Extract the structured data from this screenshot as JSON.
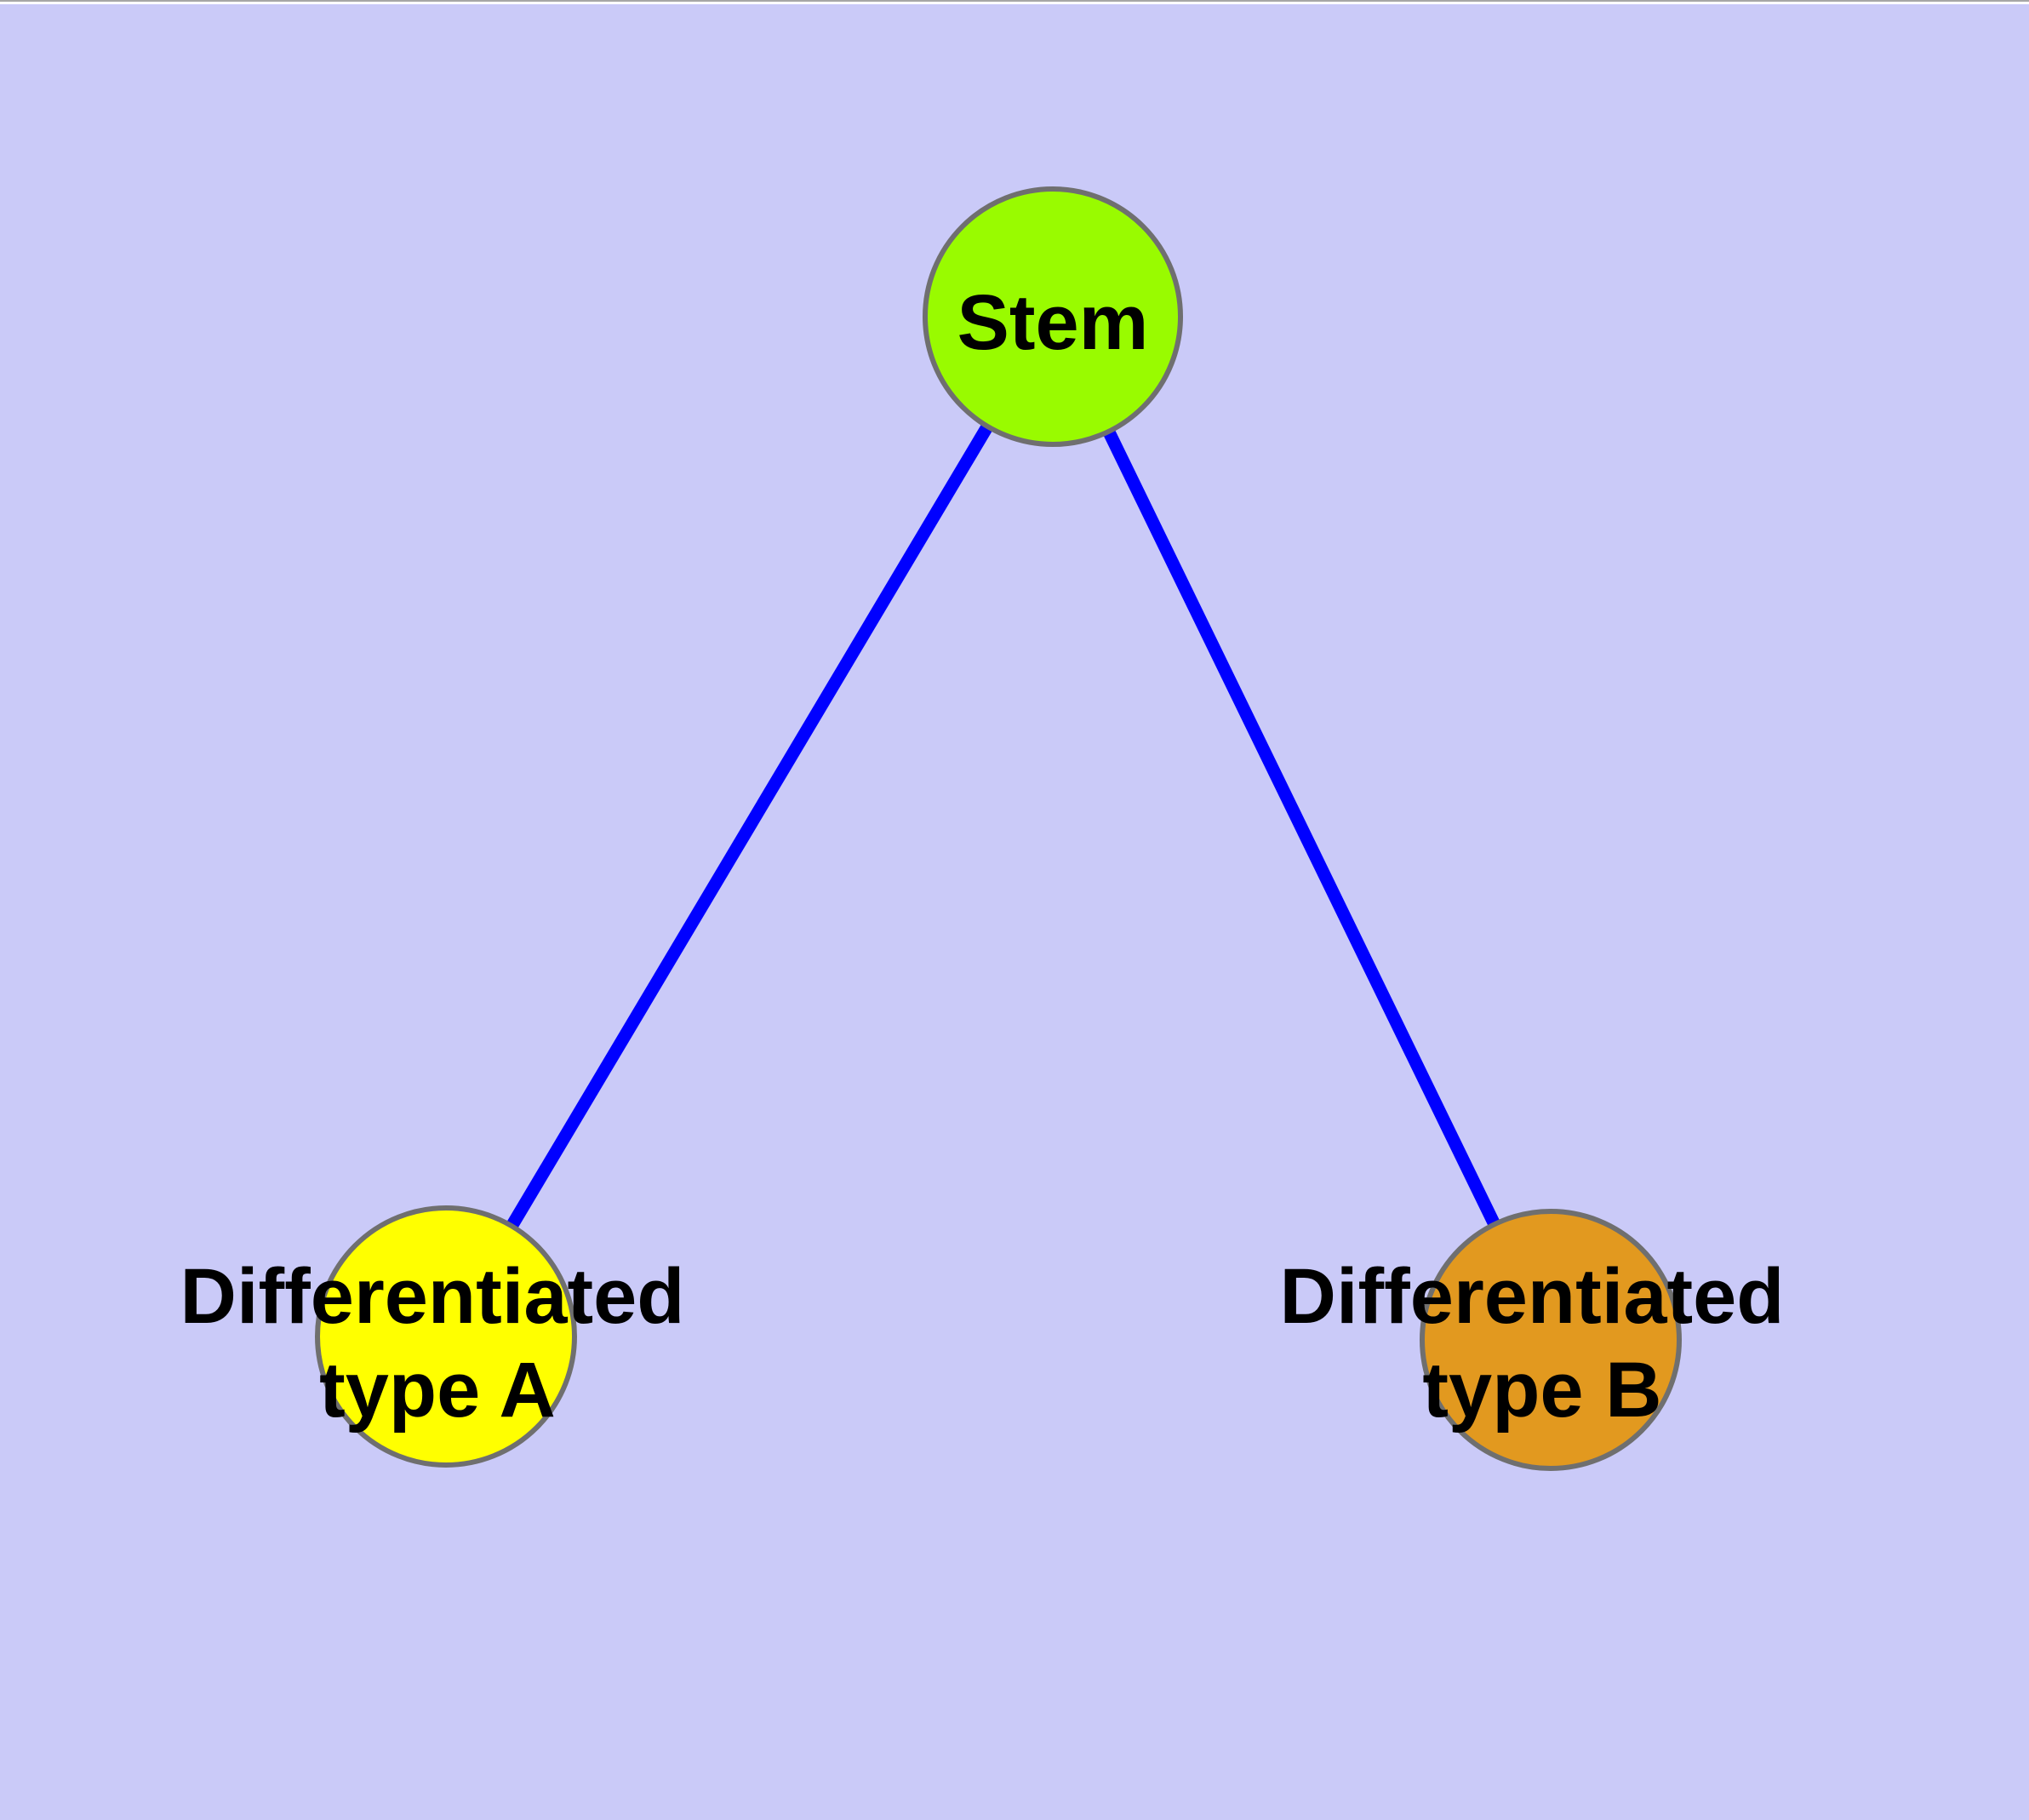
{
  "diagram": {
    "description": "Cell differentiation graph: a stem node connected to two differentiated cell type nodes",
    "background_color": "#CACAF8",
    "edge_color": "#0000FF",
    "node_border_color": "#6F6F6F",
    "label_color": "#000000",
    "nodes": [
      {
        "id": "stem",
        "label": "Stem",
        "label_line1": "Stem",
        "label_line2": "",
        "fill": "#99FB00"
      },
      {
        "id": "type-a",
        "label": "Differentiated type A",
        "label_line1": "Differentiated",
        "label_line2": "type A",
        "fill": "#FFFF00"
      },
      {
        "id": "type-b",
        "label": "Differentiated type B",
        "label_line1": "Differentiated",
        "label_line2": "type B",
        "fill": "#E2991F"
      }
    ],
    "edges": [
      {
        "from": "Stem",
        "to": "Differentiated type A"
      },
      {
        "from": "Stem",
        "to": "Differentiated type B"
      }
    ]
  }
}
